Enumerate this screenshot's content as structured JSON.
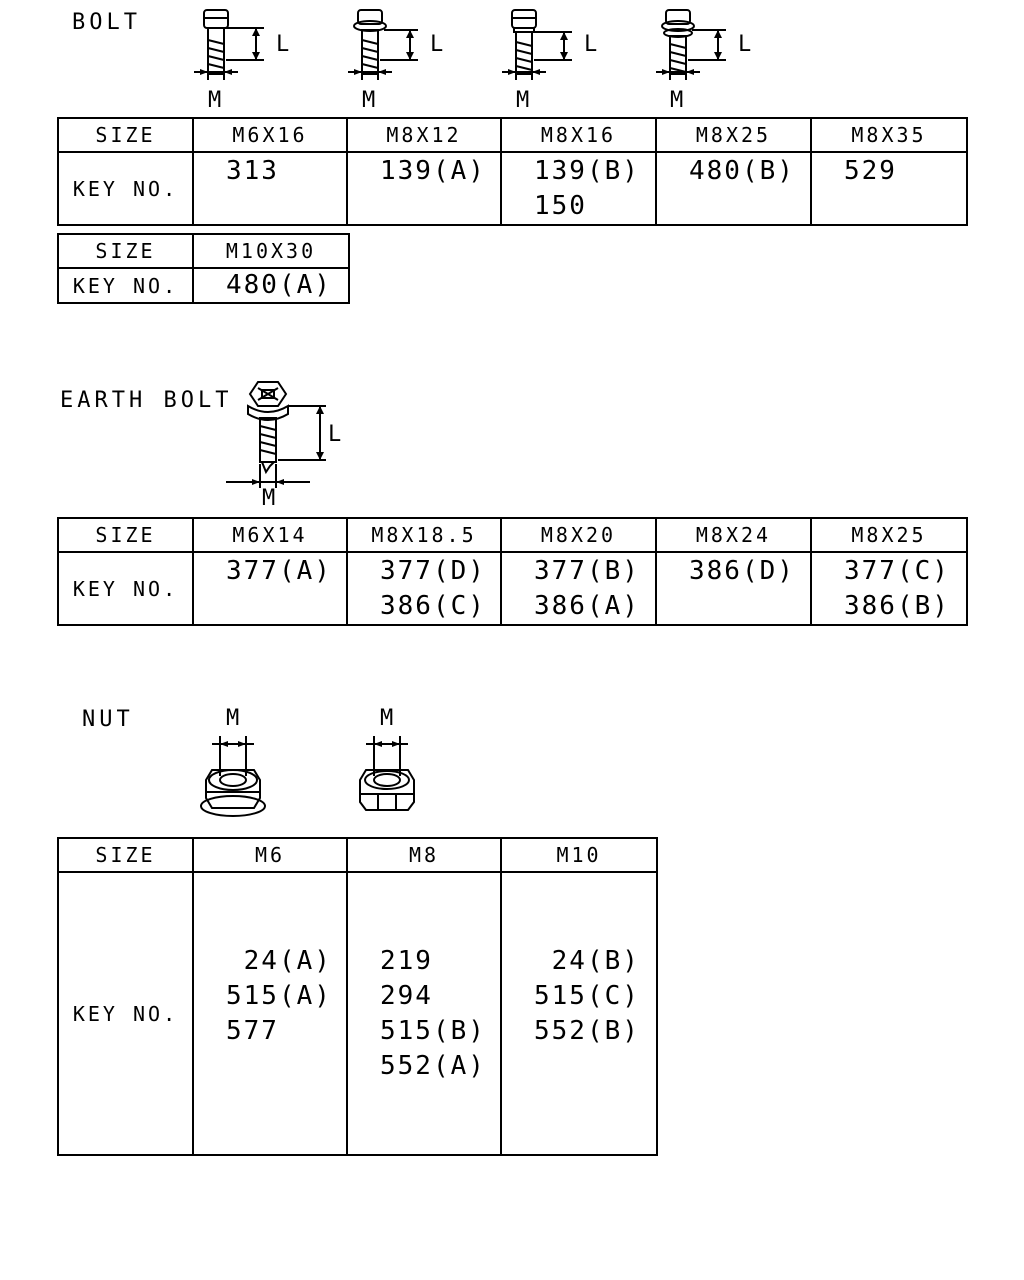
{
  "sections": {
    "bolt": {
      "label": "BOLT",
      "dim_L": "L",
      "dim_M": "M",
      "row_size_label": "SIZE",
      "row_key_label": "KEY NO.",
      "table1": {
        "sizes": [
          "M6X16",
          "M8X12",
          "M8X16",
          "M8X25",
          "M8X35"
        ],
        "keys": [
          [
            "313"
          ],
          [
            "139(A)"
          ],
          [
            "139(B)",
            "150"
          ],
          [
            "480(B)"
          ],
          [
            "529"
          ]
        ]
      },
      "table2": {
        "sizes": [
          "M10X30"
        ],
        "keys": [
          [
            "480(A)"
          ]
        ]
      }
    },
    "earth_bolt": {
      "label": "EARTH BOLT",
      "dim_L": "L",
      "dim_M": "M",
      "row_size_label": "SIZE",
      "row_key_label": "KEY NO.",
      "sizes": [
        "M6X14",
        "M8X18.5",
        "M8X20",
        "M8X24",
        "M8X25"
      ],
      "keys": [
        [
          "377(A)"
        ],
        [
          "377(D)",
          "386(C)"
        ],
        [
          "377(B)",
          "386(A)"
        ],
        [
          "386(D)"
        ],
        [
          "377(C)",
          "386(B)"
        ]
      ]
    },
    "nut": {
      "label": "NUT",
      "dim_M": "M",
      "row_size_label": "SIZE",
      "row_key_label": "KEY NO.",
      "sizes": [
        "M6",
        "M8",
        "M10"
      ],
      "keys": [
        [
          " 24(A)",
          "515(A)",
          "577"
        ],
        [
          "219",
          "294",
          "515(B)",
          "552(A)"
        ],
        [
          " 24(B)",
          "515(C)",
          "552(B)"
        ]
      ]
    }
  }
}
